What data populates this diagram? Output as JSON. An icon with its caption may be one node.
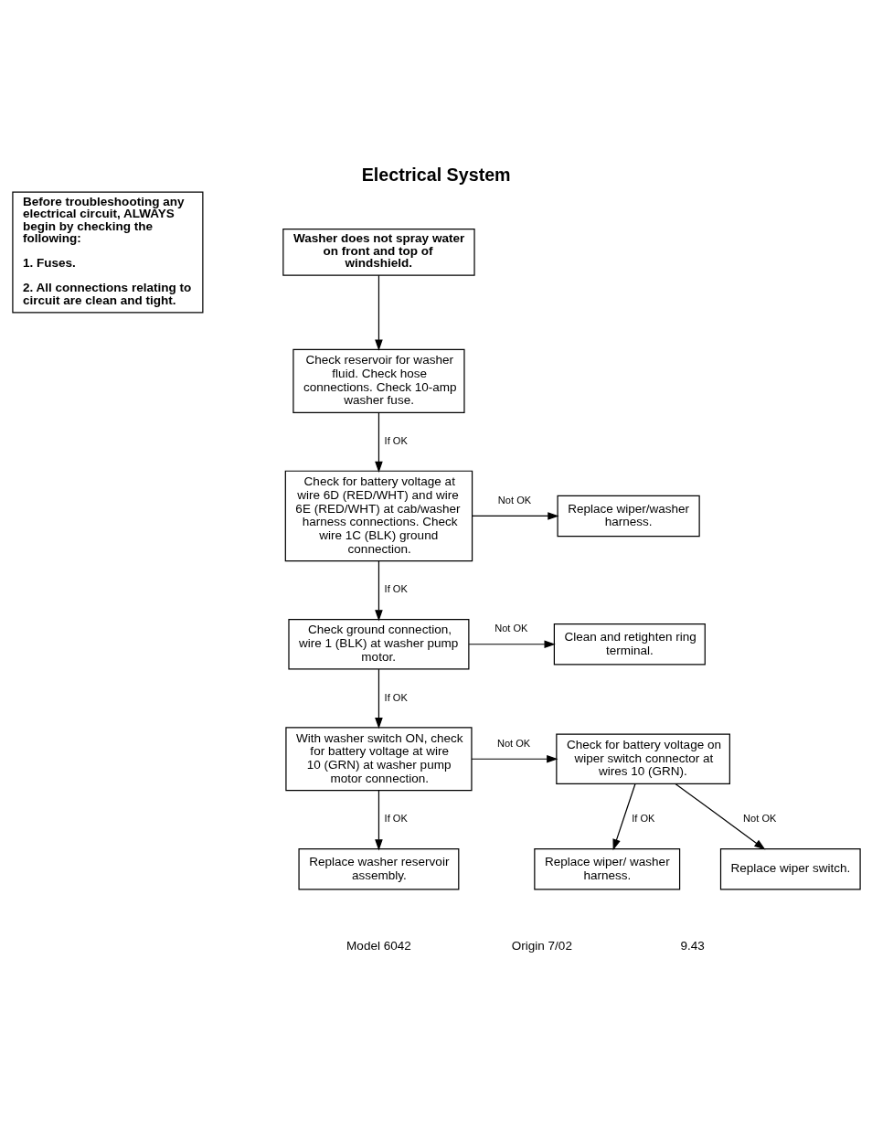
{
  "diagram": {
    "title": "Electrical System",
    "nodes": [
      {
        "text": [
          "Before troubleshooting any electrical circuit, ALWAYS begin by checking the following:",
          "1. Fuses.",
          "2. All connections relating to circuit are clean and tight."
        ]
      },
      {
        "text": [
          "Washer does not spray water on front and top of windshield."
        ]
      },
      {
        "text": [
          "Check reservoir for washer fluid. Check hose connections. Check 10-amp washer fuse."
        ]
      },
      {
        "text": [
          "Check for battery voltage at wire 6D (RED/WHT) and wire 6E (RED/WHT) at cab/washer harness connections. Check wire 1C (BLK) ground connection."
        ]
      },
      {
        "text": [
          "Replace wiper/washer harness."
        ]
      },
      {
        "text": [
          "Check ground connection, wire 1 (BLK) at washer pump motor."
        ]
      },
      {
        "text": [
          "Clean and retighten ring terminal."
        ]
      },
      {
        "text": [
          "With washer switch ON, check for battery voltage at wire 10 (GRN) at washer pump motor connection."
        ]
      },
      {
        "text": [
          "Check for battery voltage on wiper switch connector at wires 10 (GRN)."
        ]
      },
      {
        "text": [
          "Replace washer reservoir assembly."
        ]
      },
      {
        "text": [
          "Replace wiper/ washer harness."
        ]
      },
      {
        "text": [
          "Replace wiper switch."
        ]
      }
    ],
    "edges": [
      {
        "from": 1,
        "to": 2,
        "arrow": "to"
      },
      {
        "from": 2,
        "to": 3,
        "arrow": "to",
        "label": "If OK"
      },
      {
        "from": 3,
        "to": 4,
        "arrow": "to",
        "label": "Not OK"
      },
      {
        "from": 3,
        "to": 5,
        "arrow": "to",
        "label": "If OK"
      },
      {
        "from": 5,
        "to": 6,
        "arrow": "to",
        "label": "Not OK"
      },
      {
        "from": 5,
        "to": 7,
        "arrow": "to",
        "label": "If OK"
      },
      {
        "from": 7,
        "to": 8,
        "arrow": "to",
        "label": "Not OK"
      },
      {
        "from": 7,
        "to": 9,
        "arrow": "to",
        "label": "If OK"
      },
      {
        "from": 8,
        "to": 10,
        "arrow": "to",
        "label": "If OK"
      },
      {
        "from": 8,
        "to": 11,
        "arrow": "to",
        "label": "Not OK"
      }
    ],
    "labels": [
      "Model 6042",
      "Origin 7/02",
      "9.43"
    ]
  }
}
